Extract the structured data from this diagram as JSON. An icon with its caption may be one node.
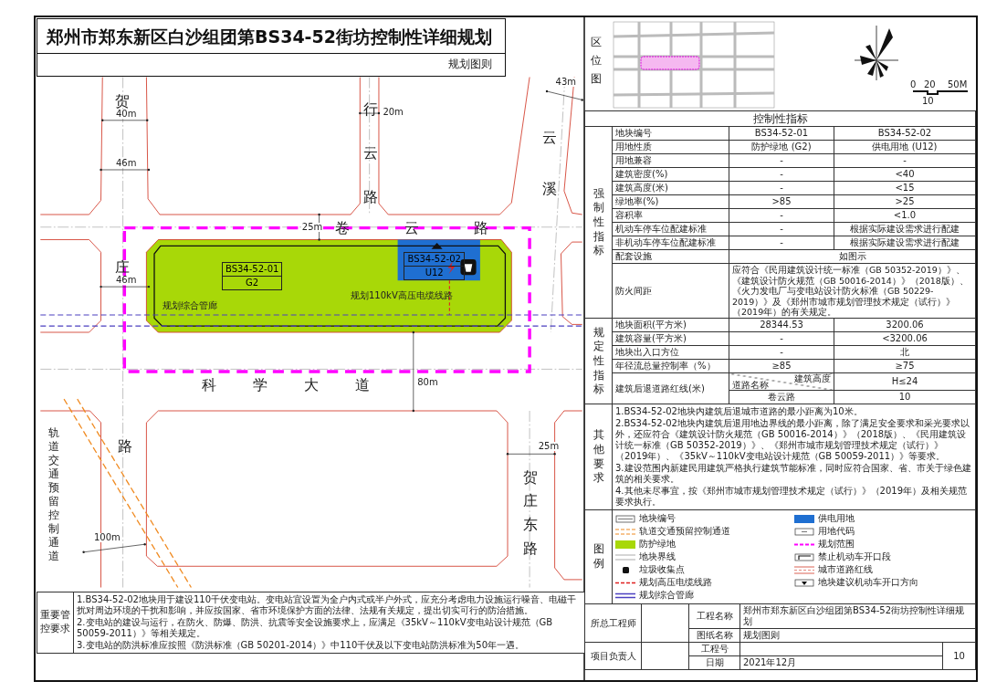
{
  "diagram": {
    "title": "郑州市郑东新区白沙组团第BS34-52街坊控制性详细规划",
    "nodes": [
      {
        "text": [
          "BS34-52-01",
          "G2"
        ]
      },
      {
        "text": [
          "BS34-52-02",
          "U12"
        ]
      }
    ],
    "labels": [
      "规划图则",
      "贺",
      "40m",
      "46m",
      "行云路",
      "20m",
      "云溪",
      "43m",
      "卷云路",
      "25m",
      "庄",
      "46m",
      "规划综合管廊",
      "规划110kV高压电缆线路",
      "科学大道",
      "80m",
      "轨道交通预留控制通道",
      "路",
      "贺庄东路",
      "25m",
      "100m",
      "区位图",
      "0",
      "10",
      "20",
      "50M",
      "控制性指标",
      "强制性指标",
      "地块编号",
      "BS34-52-01",
      "BS34-52-02",
      "用地性质",
      "防护绿地 (G2)",
      "供电用地 (U12)",
      "用地兼容",
      "-",
      "-",
      "建筑密度(%)",
      "-",
      "<40",
      "建筑高度(米)",
      "-",
      "<15",
      "绿地率(%)",
      ">85",
      ">25",
      "容积率",
      "-",
      "<1.0",
      "机动车停车位配建标准",
      "-",
      "根据实际建设需求进行配建",
      "非机动车停车位配建标准",
      "-",
      "根据实际建设需求进行配建",
      "配套设施",
      "如图示",
      "防火间距",
      "应符合《民用建筑设计统一标准（GB 50352-2019）》、《建筑设计防火规范（GB 50016-2014）》（2018版）、《火力发电厂与变电站设计防火标准（GB 50229-2019）》及《郑州市城市规划管理技术规定（试行）》（2019年）的有关规定。",
      "规定性指标",
      "地块面积(平方米)",
      "28344.53",
      "3200.06",
      "建筑容量(平方米)",
      "-",
      "<3200.06",
      "地块出入口方位",
      "-",
      "北",
      "年径流总量控制率（%）",
      "≥85",
      "≥75",
      "建筑后退道路红线(米)",
      "建筑高度",
      "道路名称",
      "H≤24",
      "卷云路",
      "10",
      "重要管控要求",
      "1.BS34-52-02地块用于建设110千伏变电站。变电站宜设置为全户内式或半户外式，应充分考虑电力设施运行噪音、电磁干扰对周边环境的干扰和影响，并应按国家、省市环境保护方面的法律、法规有关规定，提出切实可行的防治措施。",
      "2.变电站的建设与运行，在防火、防爆、防洪、抗震等安全设施要求上，应满足《35kV～110kV变电站设计规范（GB 50059-2011）》等相关规定。",
      "3.变电站的防洪标准应按照《防洪标准（GB 50201-2014）》中110千伏及以下变电站防洪标准为50年一遇。",
      "其他要求",
      "1.BS34-52-02地块内建筑后退城市道路的最小距离为10米。",
      "2.BS34-52-02地块内建筑后退用地边界线的最小距离，除了满足安全要求和采光要求以外，还应符合《建筑设计防火规范（GB 50016-2014）》（2018版）、《民用建筑设计统一标准（GB 50352-2019）》、《郑州市城市规划管理技术规定（试行）》（2019年）、《35kV～110kV变电站设计规范（GB 50059-2011）》等要求。",
      "3.建设范围内新建民用建筑严格执行建筑节能标准，同时应符合国家、省、市关于绿色建筑的相关要求。",
      "4.其他未尽事宜，按《郑州市城市规划管理技术规定（试行）》（2019年）及相关规范要求执行。",
      "图例",
      "所总工程师",
      "工程名称",
      "郑州市郑东新区白沙组团第BS34-52街坊控制性详细规划",
      "图纸名称",
      "规划图则",
      "项目负责人",
      "工程号",
      "日期",
      "2021年12月",
      "10"
    ],
    "legend": [
      {
        "text": "地块编号"
      },
      {
        "text": "供电用地",
        "color": "#1f6fd1"
      },
      {
        "text": "轨道交通预留控制通道"
      },
      {
        "text": "用地代码"
      },
      {
        "text": "防护绿地",
        "color": "#a8d808"
      },
      {
        "text": "规划范围"
      },
      {
        "text": "地块界线"
      },
      {
        "text": "禁止机动车开口段"
      },
      {
        "text": "垃圾收集点"
      },
      {
        "text": "城市道路红线"
      },
      {
        "text": "规划高压电缆线路"
      },
      {
        "text": "地块建议机动车开口方向"
      },
      {
        "text": "规划综合管廊"
      }
    ]
  }
}
